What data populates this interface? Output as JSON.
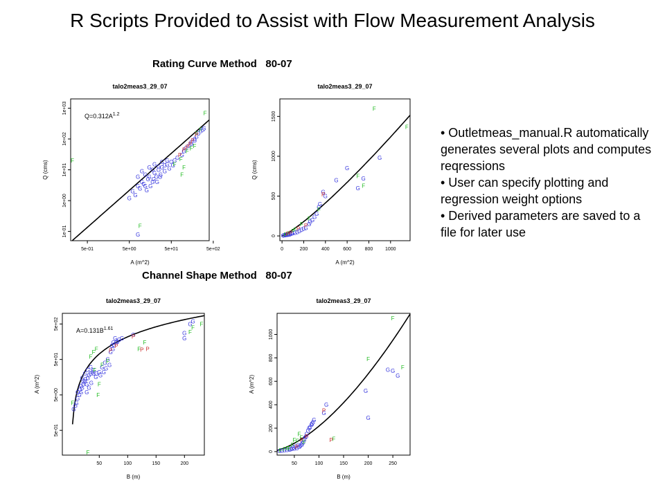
{
  "slide": {
    "title": "R Scripts Provided to Assist with Flow Measurement Analysis",
    "bullets": [
      "• Outletmeas_manual.R automatically generates several plots and computes reqressions",
      "• User can specify plotting and regression weight options",
      "• Derived parameters are saved to a file for later use"
    ]
  },
  "sections": {
    "rating": {
      "label": "Rating Curve Method",
      "code": "80-07"
    },
    "channel": {
      "label": "Channel Shape Method",
      "code": "80-07"
    }
  },
  "colors": {
    "G": "#3333dd",
    "F": "#22bb22",
    "P": "#cc3333",
    "fit": "#000000"
  },
  "chart_data": [
    {
      "type": "scatter",
      "title": "talo2meas3_29_07",
      "xlabel": "A (m^2)",
      "ylabel": "Q (cms)",
      "xscale": "log",
      "yscale": "log",
      "xlim": [
        0.2,
        400
      ],
      "ylim": [
        0.05,
        2000
      ],
      "xticks": [
        0.5,
        5,
        50,
        500
      ],
      "xtick_labels": [
        "5e-01",
        "5e+00",
        "5e+01",
        "5e+02"
      ],
      "yticks": [
        0.1,
        1,
        10,
        100,
        1000
      ],
      "ytick_labels": [
        "1e-01",
        "1e+00",
        "1e+01",
        "1e+02",
        "1e+03"
      ],
      "equation": {
        "base": "Q=0.312A",
        "exp": "1.2"
      },
      "fit": {
        "kind": "power",
        "a": 0.312,
        "b": 1.2
      },
      "series": [
        {
          "name": "G",
          "points": [
            [
              5,
              1.2
            ],
            [
              6,
              2
            ],
            [
              7,
              1.5
            ],
            [
              8,
              3
            ],
            [
              9,
              2.5
            ],
            [
              10,
              4
            ],
            [
              12,
              3
            ],
            [
              14,
              5
            ],
            [
              15,
              6
            ],
            [
              18,
              4
            ],
            [
              20,
              8
            ],
            [
              22,
              6
            ],
            [
              25,
              10
            ],
            [
              28,
              7
            ],
            [
              30,
              12
            ],
            [
              35,
              9
            ],
            [
              40,
              15
            ],
            [
              45,
              11
            ],
            [
              50,
              18
            ],
            [
              55,
              14
            ],
            [
              60,
              20
            ],
            [
              8,
              6
            ],
            [
              10,
              9
            ],
            [
              12,
              7
            ],
            [
              15,
              12
            ],
            [
              18,
              10
            ],
            [
              20,
              15
            ],
            [
              25,
              13
            ],
            [
              30,
              18
            ],
            [
              35,
              14
            ],
            [
              40,
              20
            ],
            [
              11,
              3.5
            ],
            [
              13,
              2.2
            ],
            [
              16,
              3
            ],
            [
              19,
              5
            ],
            [
              23,
              4
            ],
            [
              27,
              6
            ],
            [
              70,
              25
            ],
            [
              90,
              30
            ],
            [
              100,
              40
            ],
            [
              110,
              50
            ],
            [
              130,
              60
            ],
            [
              150,
              80
            ],
            [
              180,
              100
            ],
            [
              200,
              120
            ],
            [
              220,
              150
            ],
            [
              250,
              180
            ],
            [
              280,
              200
            ],
            [
              300,
              220
            ],
            [
              150,
              70
            ],
            [
              180,
              90
            ],
            [
              8,
              0.08
            ]
          ]
        },
        {
          "name": "F",
          "points": [
            [
              0.22,
              20
            ],
            [
              9,
              0.15
            ],
            [
              60,
              15
            ],
            [
              90,
              7
            ],
            [
              100,
              12
            ],
            [
              120,
              40
            ],
            [
              150,
              50
            ],
            [
              180,
              60
            ],
            [
              200,
              150
            ],
            [
              250,
              200
            ],
            [
              320,
              700
            ],
            [
              85,
              22
            ]
          ]
        },
        {
          "name": "P",
          "points": [
            [
              80,
              30
            ],
            [
              100,
              45
            ],
            [
              120,
              55
            ],
            [
              140,
              70
            ],
            [
              160,
              90
            ],
            [
              200,
              140
            ]
          ]
        }
      ]
    },
    {
      "type": "scatter",
      "title": "talo2meas3_29_07",
      "xlabel": "A (m^2)",
      "ylabel": "Q (cms)",
      "xlim": [
        -20,
        1180
      ],
      "ylim": [
        -60,
        1720
      ],
      "xticks": [
        0,
        200,
        400,
        600,
        800,
        1000
      ],
      "yticks": [
        0,
        500,
        1000,
        1500
      ],
      "fit": {
        "kind": "power",
        "a": 0.312,
        "b": 1.2
      },
      "series": [
        {
          "name": "G",
          "points": [
            [
              10,
              5
            ],
            [
              20,
              8
            ],
            [
              30,
              10
            ],
            [
              40,
              12
            ],
            [
              50,
              15
            ],
            [
              60,
              18
            ],
            [
              70,
              20
            ],
            [
              80,
              25
            ],
            [
              90,
              30
            ],
            [
              100,
              35
            ],
            [
              120,
              40
            ],
            [
              140,
              50
            ],
            [
              160,
              60
            ],
            [
              180,
              80
            ],
            [
              200,
              90
            ],
            [
              220,
              100
            ],
            [
              250,
              150
            ],
            [
              280,
              200
            ],
            [
              300,
              240
            ],
            [
              320,
              280
            ],
            [
              350,
              400
            ],
            [
              380,
              550
            ],
            [
              400,
              500
            ],
            [
              500,
              700
            ],
            [
              600,
              850
            ],
            [
              700,
              600
            ],
            [
              750,
              720
            ],
            [
              900,
              980
            ],
            [
              340,
              360
            ],
            [
              260,
              180
            ]
          ]
        },
        {
          "name": "F",
          "points": [
            [
              30,
              20
            ],
            [
              60,
              30
            ],
            [
              100,
              60
            ],
            [
              120,
              80
            ],
            [
              180,
              150
            ],
            [
              250,
              220
            ],
            [
              340,
              330
            ],
            [
              700,
              750
            ],
            [
              750,
              630
            ],
            [
              850,
              1600
            ],
            [
              1150,
              1370
            ]
          ]
        },
        {
          "name": "P",
          "points": [
            [
              50,
              25
            ],
            [
              80,
              40
            ],
            [
              150,
              90
            ],
            [
              220,
              130
            ],
            [
              380,
              520
            ]
          ]
        }
      ]
    },
    {
      "type": "scatter",
      "title": "talo2meas3_29_07",
      "xlabel": "B (m)",
      "ylabel": "A (m^2)",
      "yscale": "log",
      "xlim": [
        -15,
        235
      ],
      "ylim": [
        0.1,
        1000
      ],
      "xticks": [
        50,
        100,
        150,
        200
      ],
      "xtick_labels": [
        "50",
        "100",
        "150",
        "200"
      ],
      "yticks": [
        0.5,
        5,
        50,
        500
      ],
      "ytick_labels": [
        "5e-01",
        "5e+00",
        "5e+01",
        "5e+02"
      ],
      "equation": {
        "base": "A=0.131B",
        "exp": "1.61"
      },
      "fit": {
        "kind": "power",
        "a": 0.131,
        "b": 1.61
      },
      "series": [
        {
          "name": "G",
          "points": [
            [
              5,
              2
            ],
            [
              8,
              2.5
            ],
            [
              10,
              3
            ],
            [
              12,
              4
            ],
            [
              15,
              5
            ],
            [
              18,
              6
            ],
            [
              20,
              8
            ],
            [
              22,
              10
            ],
            [
              25,
              12
            ],
            [
              28,
              10
            ],
            [
              30,
              15
            ],
            [
              32,
              18
            ],
            [
              35,
              20
            ],
            [
              38,
              22
            ],
            [
              40,
              25
            ],
            [
              45,
              20
            ],
            [
              50,
              22
            ],
            [
              55,
              30
            ],
            [
              60,
              40
            ],
            [
              65,
              50
            ],
            [
              70,
              80
            ],
            [
              72,
              120
            ],
            [
              75,
              150
            ],
            [
              78,
              200
            ],
            [
              80,
              150
            ],
            [
              85,
              180
            ],
            [
              90,
              200
            ],
            [
              110,
              250
            ],
            [
              200,
              200
            ],
            [
              200,
              280
            ],
            [
              210,
              500
            ],
            [
              215,
              600
            ],
            [
              20,
              15
            ],
            [
              25,
              20
            ],
            [
              30,
              25
            ],
            [
              35,
              30
            ],
            [
              40,
              20
            ],
            [
              18,
              9
            ],
            [
              22,
              12
            ],
            [
              26,
              14
            ],
            [
              12,
              6
            ],
            [
              16,
              7
            ],
            [
              28,
              6
            ],
            [
              32,
              8
            ],
            [
              36,
              11
            ],
            [
              44,
              16
            ],
            [
              52,
              18
            ],
            [
              58,
              22
            ],
            [
              62,
              28
            ],
            [
              68,
              35
            ],
            [
              74,
              100
            ],
            [
              76,
              130
            ],
            [
              82,
              160
            ]
          ]
        },
        {
          "name": "F",
          "points": [
            [
              3,
              3
            ],
            [
              35,
              60
            ],
            [
              40,
              80
            ],
            [
              45,
              100
            ],
            [
              48,
              5
            ],
            [
              50,
              10
            ],
            [
              120,
              100
            ],
            [
              130,
              150
            ],
            [
              210,
              300
            ],
            [
              215,
              400
            ],
            [
              230,
              500
            ],
            [
              30,
              0.12
            ],
            [
              42,
              25
            ],
            [
              55,
              35
            ],
            [
              65,
              45
            ]
          ]
        },
        {
          "name": "P",
          "points": [
            [
              70,
              90
            ],
            [
              80,
              120
            ],
            [
              110,
              220
            ],
            [
              125,
              95
            ],
            [
              135,
              100
            ]
          ]
        }
      ]
    },
    {
      "type": "scatter",
      "title": "talo2meas3_29_07",
      "xlabel": "B (m)",
      "ylabel": "A (m^2)",
      "xlim": [
        15,
        285
      ],
      "ylim": [
        -30,
        1180
      ],
      "xticks": [
        50,
        100,
        150,
        200,
        250
      ],
      "yticks": [
        0,
        200,
        400,
        600,
        800,
        1000
      ],
      "fit": {
        "kind": "power",
        "a": 0.131,
        "b": 1.61
      },
      "series": [
        {
          "name": "G",
          "points": [
            [
              20,
              5
            ],
            [
              25,
              8
            ],
            [
              30,
              12
            ],
            [
              35,
              15
            ],
            [
              40,
              18
            ],
            [
              45,
              22
            ],
            [
              50,
              25
            ],
            [
              55,
              30
            ],
            [
              60,
              40
            ],
            [
              62,
              50
            ],
            [
              65,
              60
            ],
            [
              68,
              80
            ],
            [
              70,
              100
            ],
            [
              72,
              120
            ],
            [
              75,
              150
            ],
            [
              78,
              180
            ],
            [
              80,
              200
            ],
            [
              85,
              230
            ],
            [
              88,
              250
            ],
            [
              90,
              270
            ],
            [
              110,
              330
            ],
            [
              115,
              400
            ],
            [
              195,
              520
            ],
            [
              200,
              290
            ],
            [
              240,
              700
            ],
            [
              250,
              690
            ],
            [
              260,
              650
            ],
            [
              42,
              20
            ],
            [
              48,
              35
            ],
            [
              52,
              45
            ],
            [
              58,
              55
            ],
            [
              66,
              70
            ],
            [
              74,
              130
            ],
            [
              82,
              210
            ],
            [
              86,
              240
            ]
          ]
        },
        {
          "name": "F",
          "points": [
            [
              22,
              10
            ],
            [
              30,
              20
            ],
            [
              40,
              25
            ],
            [
              50,
              100
            ],
            [
              60,
              150
            ],
            [
              70,
              80
            ],
            [
              130,
              110
            ],
            [
              200,
              790
            ],
            [
              250,
              1140
            ],
            [
              270,
              720
            ],
            [
              36,
              30
            ],
            [
              46,
              60
            ],
            [
              56,
              90
            ],
            [
              64,
              120
            ]
          ]
        },
        {
          "name": "P",
          "points": [
            [
              55,
              40
            ],
            [
              65,
              100
            ],
            [
              75,
              130
            ],
            [
              110,
              350
            ],
            [
              125,
              100
            ]
          ]
        }
      ]
    }
  ]
}
